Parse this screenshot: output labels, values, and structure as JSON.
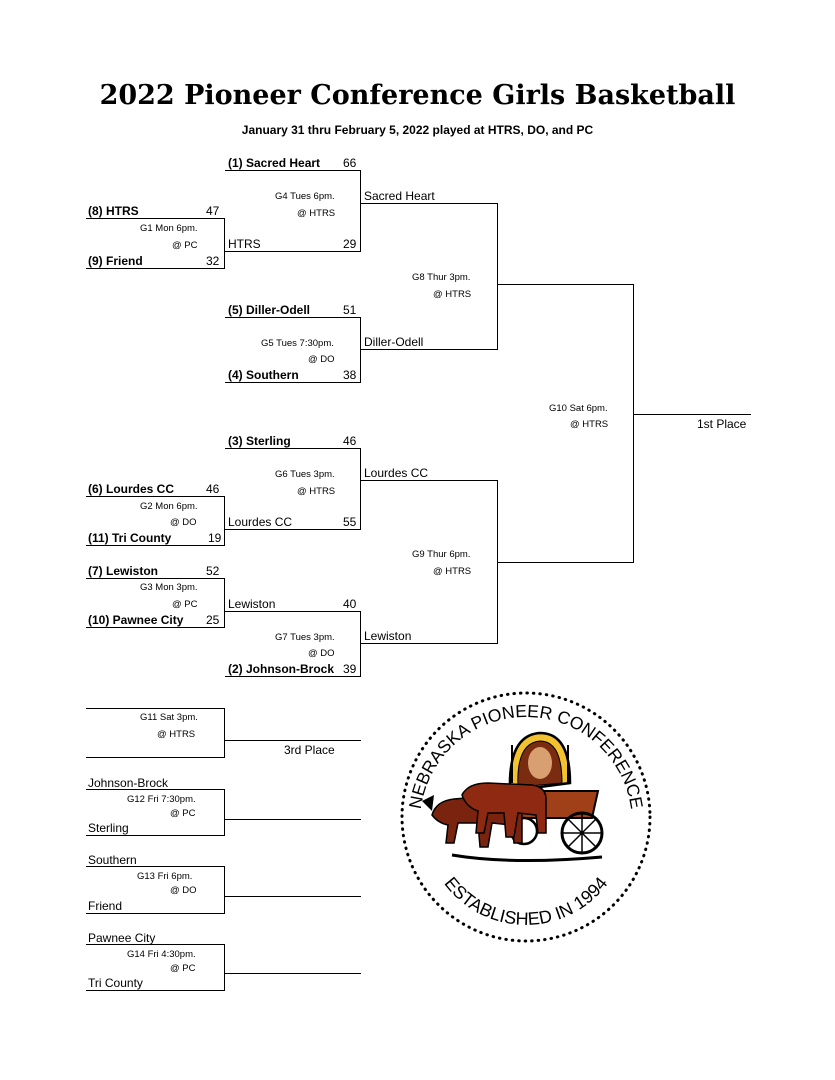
{
  "header": {
    "title": "2022 Pioneer Conference Girls Basketball",
    "subtitle": "January 31 thru February 5, 2022 played at HTRS, DO, and PC"
  },
  "first_round": [
    {
      "game": "G1 Mon 6pm.",
      "site": "@ PC",
      "top": {
        "seed_team": "(8) HTRS",
        "score": "47"
      },
      "bottom": {
        "seed_team": "(9) Friend",
        "score": "32"
      }
    },
    {
      "game": "G2 Mon 6pm.",
      "site": "@ DO",
      "top": {
        "seed_team": "(6) Lourdes CC",
        "score": "46"
      },
      "bottom": {
        "seed_team": "(11) Tri County",
        "score": "19"
      }
    },
    {
      "game": "G3 Mon 3pm.",
      "site": "@ PC",
      "top": {
        "seed_team": "(7) Lewiston",
        "score": "52"
      },
      "bottom": {
        "seed_team": "(10) Pawnee City",
        "score": "25"
      }
    }
  ],
  "quarterfinals": [
    {
      "game": "G4 Tues 6pm.",
      "site": "@ HTRS",
      "top": {
        "team": "(1) Sacred Heart",
        "score": "66"
      },
      "bottom": {
        "team": "HTRS",
        "score": "29"
      },
      "winner": "Sacred Heart"
    },
    {
      "game": "G5 Tues 7:30pm.",
      "site": "@ DO",
      "top": {
        "team": "(5) Diller-Odell",
        "score": "51"
      },
      "bottom": {
        "team": "(4) Southern",
        "score": "38"
      },
      "winner": "Diller-Odell"
    },
    {
      "game": "G6 Tues 3pm.",
      "site": "@ HTRS",
      "top": {
        "team": "(3) Sterling",
        "score": "46"
      },
      "bottom": {
        "team": "Lourdes CC",
        "score": "55"
      },
      "winner": "Lourdes CC"
    },
    {
      "game": "G7 Tues 3pm.",
      "site": "@ DO",
      "top": {
        "team": "Lewiston",
        "score": "40"
      },
      "bottom": {
        "team": "(2) Johnson-Brock",
        "score": "39"
      },
      "winner": "Lewiston"
    }
  ],
  "semifinals": [
    {
      "game": "G8 Thur 3pm.",
      "site": "@ HTRS"
    },
    {
      "game": "G9 Thur 6pm.",
      "site": "@ HTRS"
    }
  ],
  "final": {
    "game": "G10 Sat 6pm.",
    "site": "@ HTRS",
    "label": "1st Place"
  },
  "third_place": {
    "game": "G11 Sat 3pm.",
    "site": "@ HTRS",
    "label": "3rd Place"
  },
  "consolation": [
    {
      "game": "G12 Fri 7:30pm.",
      "site": "@ PC",
      "top": "Johnson-Brock",
      "bottom": "Sterling"
    },
    {
      "game": "G13 Fri 6pm.",
      "site": "@ DO",
      "top": "Southern",
      "bottom": "Friend"
    },
    {
      "game": "G14 Fri 4:30pm.",
      "site": "@ PC",
      "top": "Pawnee City",
      "bottom": "Tri County"
    }
  ],
  "logo": {
    "top_text": "NEBRASKA PIONEER CONFERENCE",
    "bottom_text": "ESTABLISHED IN 1994"
  }
}
